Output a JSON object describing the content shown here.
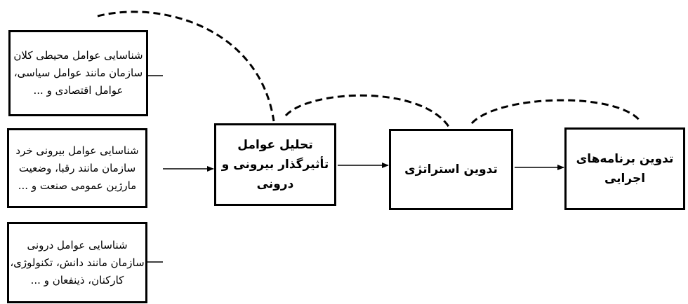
{
  "boxes": {
    "macro": "شناسایی عوامل محیطی کلان سازمان مانند عوامل سیاسی، عوامل اقتصادی و ...",
    "micro": "شناسایی عوامل بیرونی خرد سازمان مانند رقبا، وضعیت مارژین عمومی صنعت و ...",
    "internal": "شناسایی عوامل درونی سازمان مانند دانش، تکنولوژی، کارکنان، ذینفعان و ...",
    "analysis": "تحلیل عوامل تأثیرگذار بیرونی و درونی",
    "strategy": "تدوین استراتژی",
    "programs": "تدوین برنامه‌های اجرایی"
  }
}
